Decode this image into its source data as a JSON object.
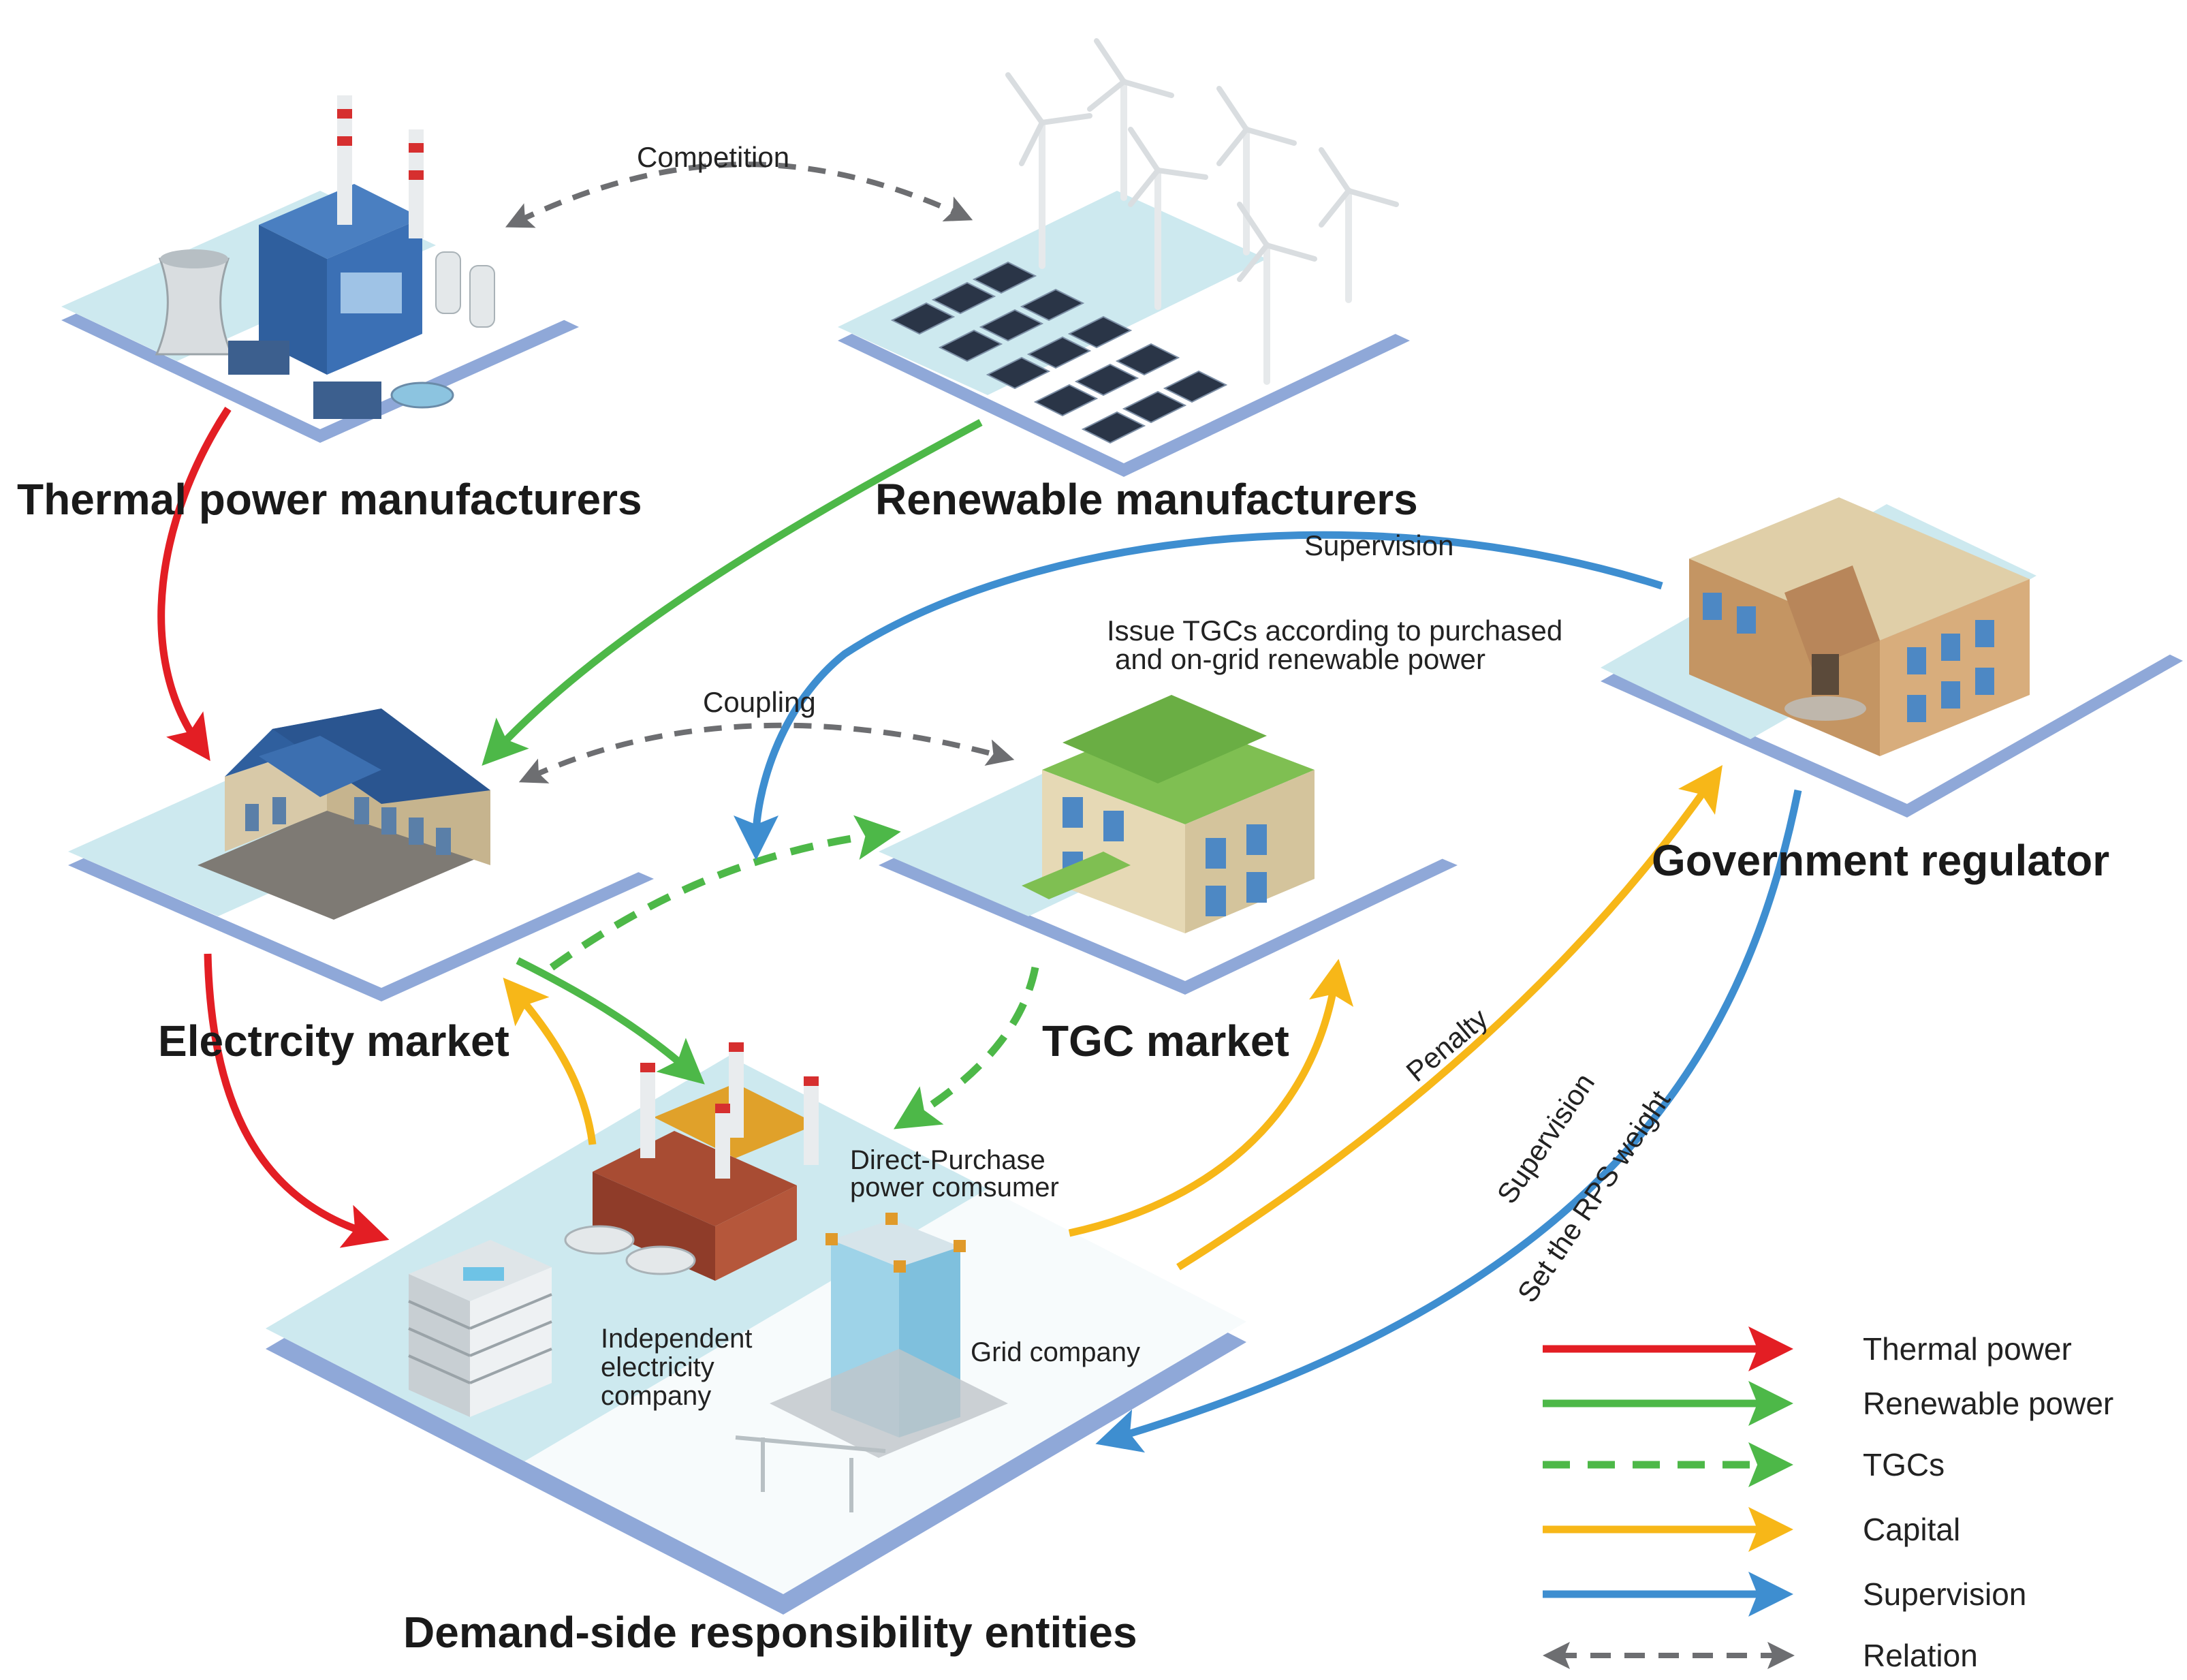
{
  "nodes": {
    "thermal": {
      "title": "Thermal power manufacturers"
    },
    "renewable": {
      "title": "Renewable manufacturers"
    },
    "electricity": {
      "title": "Electrcity market"
    },
    "tgc": {
      "title": "TGC market"
    },
    "government": {
      "title": "Government regulator"
    },
    "demand": {
      "title": "Demand-side responsibility entities",
      "sub": {
        "direct_purchase": [
          "Direct-Purchase",
          "power comsumer"
        ],
        "independent": [
          "Independent",
          "electricity",
          "company"
        ],
        "grid": "Grid company"
      }
    }
  },
  "relations": {
    "competition": "Competition",
    "coupling": "Coupling",
    "supervision_top": "Supervision",
    "issue_tgcs": [
      "Issue TGCs according to purchased",
      "and on-grid renewable power"
    ],
    "penalty": "Penalty",
    "supervision_diag": "Supervision",
    "set_rps": "Set the RPS weight"
  },
  "legend": [
    {
      "label": "Thermal power",
      "color": "#e31e24",
      "style": "solid"
    },
    {
      "label": "Renewable power",
      "color": "#4db848",
      "style": "solid"
    },
    {
      "label": "TGCs",
      "color": "#4db848",
      "style": "dashed"
    },
    {
      "label": "Capital",
      "color": "#f7b718",
      "style": "solid"
    },
    {
      "label": "Supervision",
      "color": "#3e8ed0",
      "style": "solid"
    },
    {
      "label": "Relation",
      "color": "#6d6e71",
      "style": "dashed-double"
    }
  ],
  "colors": {
    "thermal": "#e31e24",
    "renewable": "#4db848",
    "capital": "#f7b718",
    "supervision": "#3e8ed0",
    "relation": "#6d6e71",
    "platform_top": "#cde9ef",
    "platform_side": "#8fa8d8"
  }
}
